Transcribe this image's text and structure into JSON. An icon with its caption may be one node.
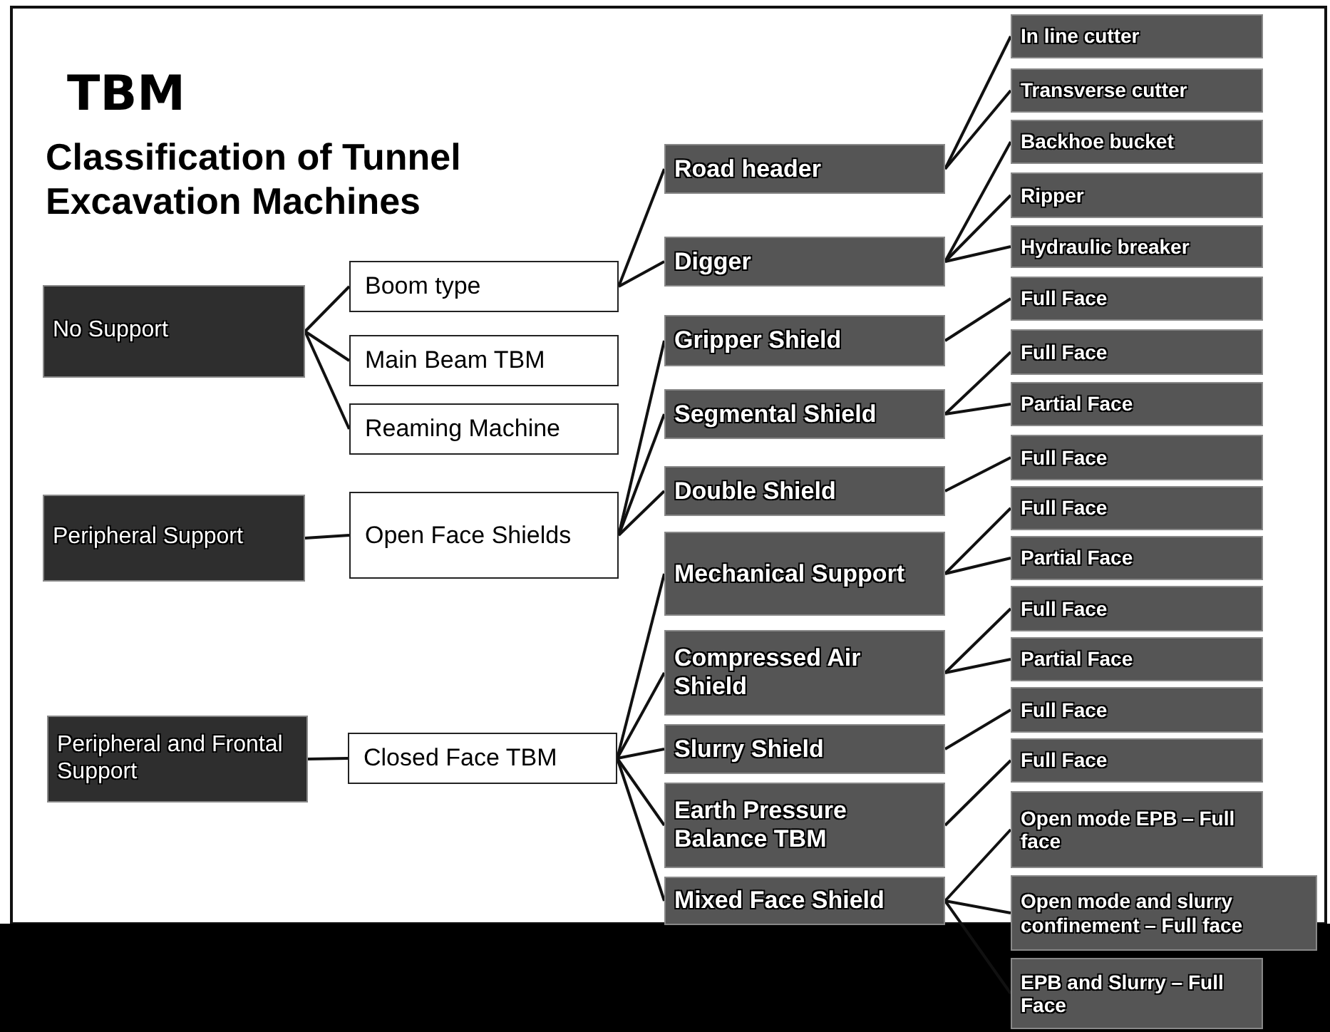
{
  "diagram": {
    "title": "TBM",
    "nodes": [
      {
        "text": [
          "No Support"
        ]
      },
      {
        "text": [
          "Peripheral Support"
        ]
      },
      {
        "text": [
          "Peripheral and Frontal Support"
        ]
      },
      {
        "text": [
          "Boom type"
        ]
      },
      {
        "text": [
          "Main Beam TBM"
        ]
      },
      {
        "text": [
          "Reaming Machine"
        ]
      },
      {
        "text": [
          "Open Face Shields"
        ]
      },
      {
        "text": [
          "Closed Face TBM"
        ]
      },
      {
        "text": [
          "Road header"
        ]
      },
      {
        "text": [
          "Digger"
        ]
      },
      {
        "text": [
          "Gripper Shield"
        ]
      },
      {
        "text": [
          "Segmental Shield"
        ]
      },
      {
        "text": [
          "Double Shield"
        ]
      },
      {
        "text": [
          "Mechanical Support"
        ]
      },
      {
        "text": [
          "Compressed Air Shield"
        ]
      },
      {
        "text": [
          "Slurry Shield"
        ]
      },
      {
        "text": [
          "Earth Pressure Balance TBM"
        ]
      },
      {
        "text": [
          "Mixed Face Shield"
        ]
      },
      {
        "text": [
          "In line cutter"
        ]
      },
      {
        "text": [
          "Transverse cutter"
        ]
      },
      {
        "text": [
          "Backhoe bucket"
        ]
      },
      {
        "text": [
          "Ripper"
        ]
      },
      {
        "text": [
          "Hydraulic breaker"
        ]
      },
      {
        "text": [
          "Full Face"
        ]
      },
      {
        "text": [
          "Full Face"
        ]
      },
      {
        "text": [
          "Partial Face"
        ]
      },
      {
        "text": [
          "Full Face"
        ]
      },
      {
        "text": [
          "Full Face"
        ]
      },
      {
        "text": [
          "Partial Face"
        ]
      },
      {
        "text": [
          "Full Face"
        ]
      },
      {
        "text": [
          "Partial Face"
        ]
      },
      {
        "text": [
          "Full Face"
        ]
      },
      {
        "text": [
          "Full Face"
        ]
      },
      {
        "text": [
          "Open mode EPB – Full face"
        ]
      },
      {
        "text": [
          "Open mode and slurry confinement – Full face"
        ]
      },
      {
        "text": [
          "EPB and Slurry – Full Face"
        ]
      }
    ],
    "edges": [
      {
        "from": 0,
        "to": 3,
        "arrow": "none"
      },
      {
        "from": 0,
        "to": 4,
        "arrow": "none"
      },
      {
        "from": 0,
        "to": 5,
        "arrow": "none"
      },
      {
        "from": 1,
        "to": 6,
        "arrow": "none"
      },
      {
        "from": 2,
        "to": 7,
        "arrow": "none"
      },
      {
        "from": 3,
        "to": 8,
        "arrow": "none"
      },
      {
        "from": 3,
        "to": 9,
        "arrow": "none"
      },
      {
        "from": 6,
        "to": 10,
        "arrow": "none"
      },
      {
        "from": 6,
        "to": 11,
        "arrow": "none"
      },
      {
        "from": 6,
        "to": 12,
        "arrow": "none"
      },
      {
        "from": 7,
        "to": 13,
        "arrow": "none"
      },
      {
        "from": 7,
        "to": 14,
        "arrow": "none"
      },
      {
        "from": 7,
        "to": 15,
        "arrow": "none"
      },
      {
        "from": 7,
        "to": 16,
        "arrow": "none"
      },
      {
        "from": 7,
        "to": 17,
        "arrow": "none"
      },
      {
        "from": 8,
        "to": 18,
        "arrow": "none"
      },
      {
        "from": 8,
        "to": 19,
        "arrow": "none"
      },
      {
        "from": 9,
        "to": 20,
        "arrow": "none"
      },
      {
        "from": 9,
        "to": 21,
        "arrow": "none"
      },
      {
        "from": 9,
        "to": 22,
        "arrow": "none"
      },
      {
        "from": 10,
        "to": 23,
        "arrow": "none"
      },
      {
        "from": 11,
        "to": 24,
        "arrow": "none"
      },
      {
        "from": 11,
        "to": 25,
        "arrow": "none"
      },
      {
        "from": 12,
        "to": 26,
        "arrow": "none"
      },
      {
        "from": 13,
        "to": 27,
        "arrow": "none"
      },
      {
        "from": 13,
        "to": 28,
        "arrow": "none"
      },
      {
        "from": 14,
        "to": 29,
        "arrow": "none"
      },
      {
        "from": 14,
        "to": 30,
        "arrow": "none"
      },
      {
        "from": 15,
        "to": 31,
        "arrow": "none"
      },
      {
        "from": 16,
        "to": 32,
        "arrow": "none"
      },
      {
        "from": 17,
        "to": 33,
        "arrow": "none"
      },
      {
        "from": 17,
        "to": 34,
        "arrow": "none"
      },
      {
        "from": 17,
        "to": 35,
        "arrow": "none"
      }
    ],
    "labels": [
      "Classification of Tunnel Excavation Machines"
    ]
  }
}
